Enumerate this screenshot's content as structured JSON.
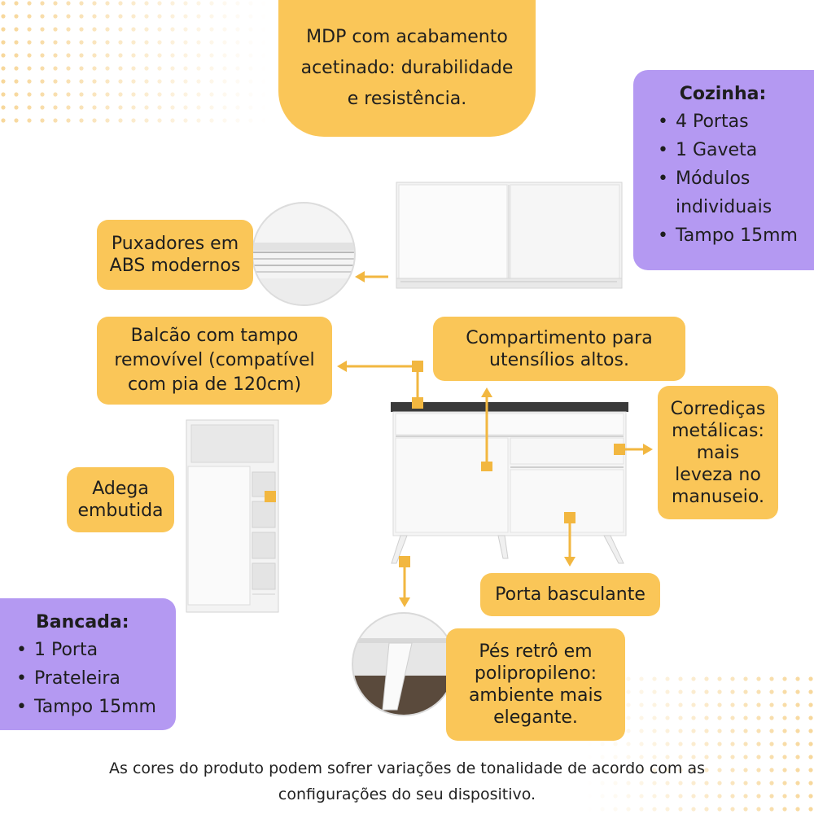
{
  "top_callout": [
    "MDP com acabamento",
    "acetinado: durabilidade",
    "e resistência."
  ],
  "kitchen_box": {
    "title": "Cozinha:",
    "items": [
      "4 Portas",
      "1 Gaveta",
      "Módulos individuais",
      "Tampo 15mm"
    ]
  },
  "bench_box": {
    "title": "Bancada:",
    "items": [
      "1 Porta",
      "Prateleira",
      "Tampo 15mm"
    ]
  },
  "callouts": {
    "puxadores": [
      "Puxadores em",
      "ABS modernos"
    ],
    "balcao": [
      "Balcão com tampo",
      "removível (compatível",
      "com pia de 120cm)"
    ],
    "compartimento": [
      "Compartimento para",
      "utensílios altos."
    ],
    "corredicas": [
      "Corrediças",
      "metálicas:",
      "mais",
      "leveza no",
      "manuseio."
    ],
    "adega": [
      "Adega",
      "embutida"
    ],
    "porta": [
      "Porta basculante"
    ],
    "pes": [
      "Pés retrô em",
      "polipropileno:",
      "ambiente mais",
      "elegante."
    ]
  },
  "footer": [
    "As cores do produto podem sofrer variações de tonalidade de acordo com as",
    "configurações do seu dispositivo."
  ],
  "colors": {
    "callout": "#fac658",
    "box": "#b499f2",
    "marker": "#f2b740",
    "dots": "#f7d79a"
  }
}
